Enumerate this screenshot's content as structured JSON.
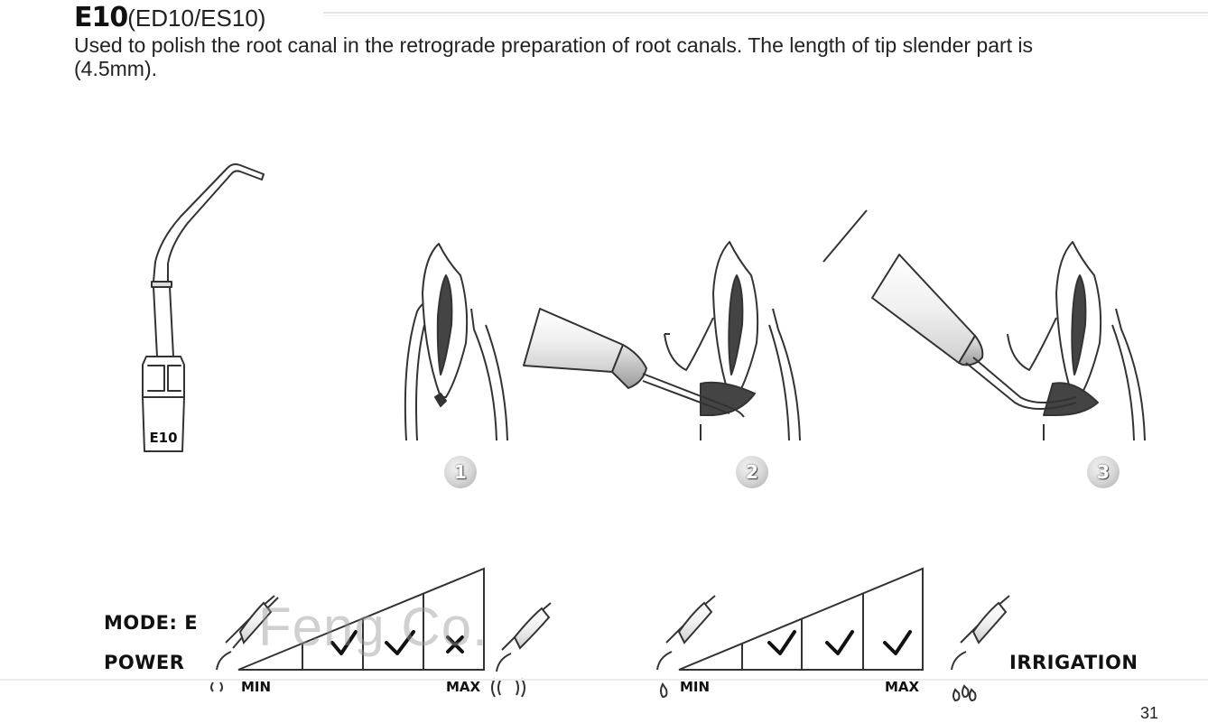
{
  "header": {
    "code": "E10",
    "variants": "(ED10/ES10)",
    "description": "Used to polish the root canal in the retrograde preparation of root canals. The length of tip slender part is (4.5mm)."
  },
  "tip": {
    "engraving": "E10"
  },
  "steps": [
    "1",
    "2",
    "3"
  ],
  "power_panel": {
    "mode_label": "MODE: E",
    "power_label": "POWER",
    "min_label": "MIN",
    "max_label": "MAX",
    "levels": [
      "check",
      "check",
      "cross"
    ]
  },
  "irrigation_panel": {
    "label": "IRRIGATION",
    "min_label": "MIN",
    "max_label": "MAX",
    "levels": [
      "check",
      "check",
      "check"
    ]
  },
  "watermark": "Feng Co.",
  "page_number": "31"
}
